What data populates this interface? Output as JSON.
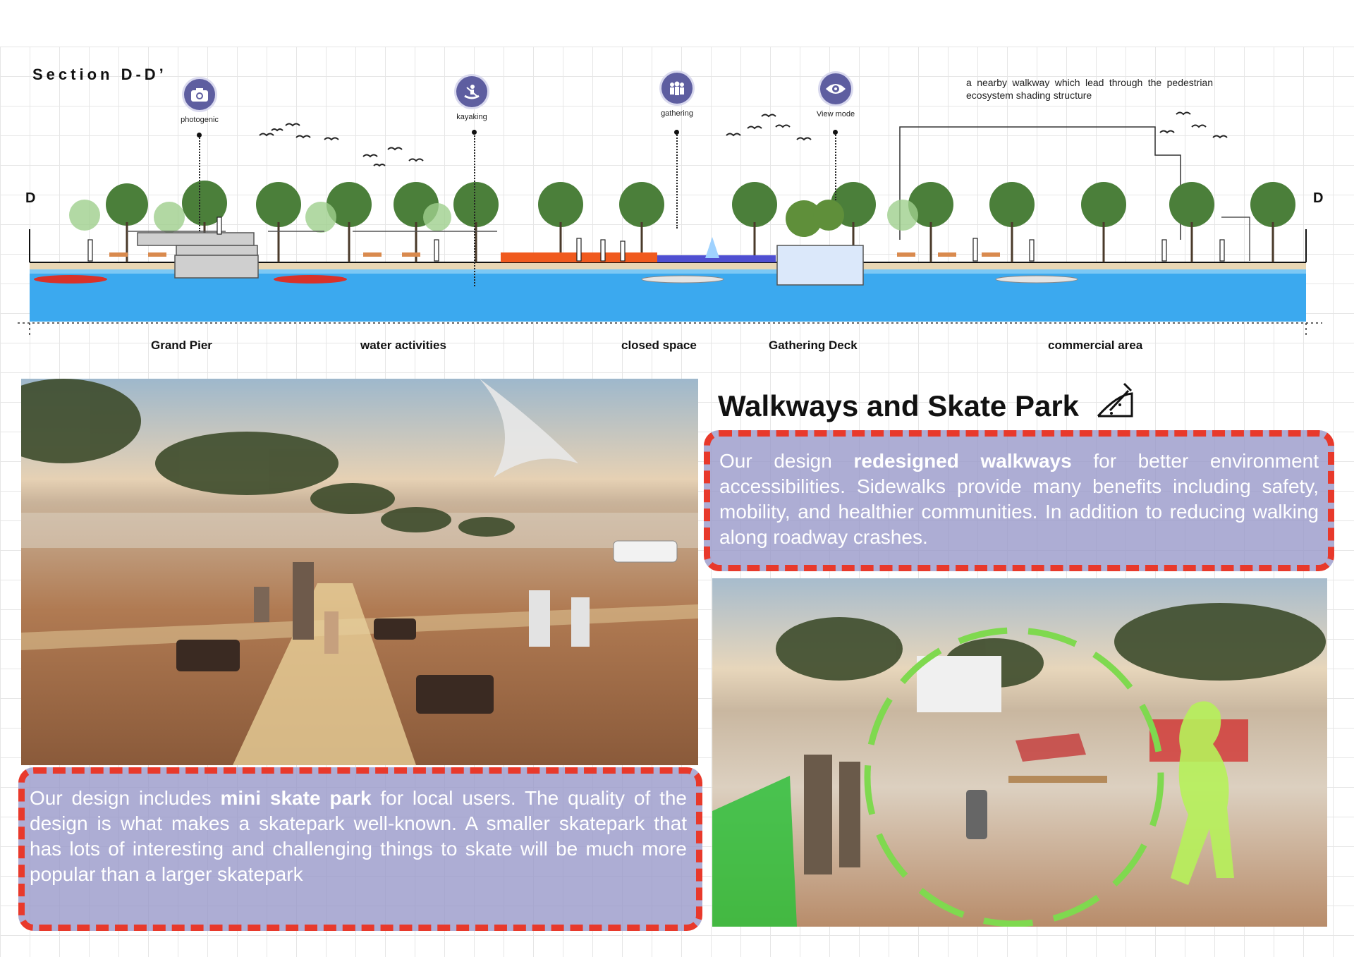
{
  "section": {
    "title": "Section D-D’",
    "left_marker": "D",
    "right_marker": "D",
    "note": "a nearby walkway which lead through the pedestrian ecosystem shading structure",
    "icons": [
      {
        "label": "photogenic",
        "icon": "camera-icon"
      },
      {
        "label": "kayaking",
        "icon": "kayak-icon"
      },
      {
        "label": "gathering",
        "icon": "group-icon"
      },
      {
        "label": "View mode",
        "icon": "eye-icon"
      }
    ],
    "zones": [
      "Grand Pier",
      "water activities",
      "closed space",
      "Gathering Deck",
      "commercial area"
    ]
  },
  "walkways": {
    "heading": "Walkways and Skate Park",
    "heading_icon": "skate-ramp-icon",
    "text_pre": "Our design ",
    "text_bold": "redesigned walkways",
    "text_post": " for better environment accessibilities. Sidewalks provide many benefits including safety, mobility, and healthier communities. In addition to reducing walking along roadway crashes."
  },
  "skatepark": {
    "text_pre": "Our design includes ",
    "text_bold": "mini skate park",
    "text_post": " for local users. The quality of the design is what makes a skatepark well-known. A smaller skatepark that has lots of interesting and challenging things to skate will be much more popular than a larger skatepark"
  },
  "colors": {
    "accent_red": "#e8392b",
    "box_fill": "#9696c8",
    "icon_purple": "#5e5ea0",
    "water_blue": "#3ba9ef",
    "highlight_green": "#7fd94f"
  }
}
